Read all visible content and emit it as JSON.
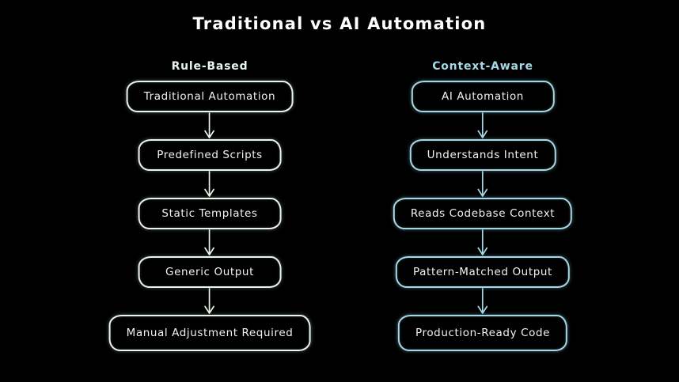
{
  "title": "Traditional vs AI Automation",
  "colors": {
    "background": "#000000",
    "title_text": "#ffffff",
    "left_accent": "#e9f6ec",
    "right_accent": "#a6d9e7",
    "node_text": "#f2f2f2"
  },
  "left_column": {
    "header": "Rule-Based",
    "nodes": [
      {
        "label": "Traditional Automation"
      },
      {
        "label": "Predefined Scripts"
      },
      {
        "label": "Static Templates"
      },
      {
        "label": "Generic Output"
      },
      {
        "label": "Manual Adjustment Required"
      }
    ]
  },
  "right_column": {
    "header": "Context-Aware",
    "nodes": [
      {
        "label": "AI Automation"
      },
      {
        "label": "Understands Intent"
      },
      {
        "label": "Reads Codebase Context"
      },
      {
        "label": "Pattern-Matched Output"
      },
      {
        "label": "Production-Ready Code"
      }
    ]
  }
}
